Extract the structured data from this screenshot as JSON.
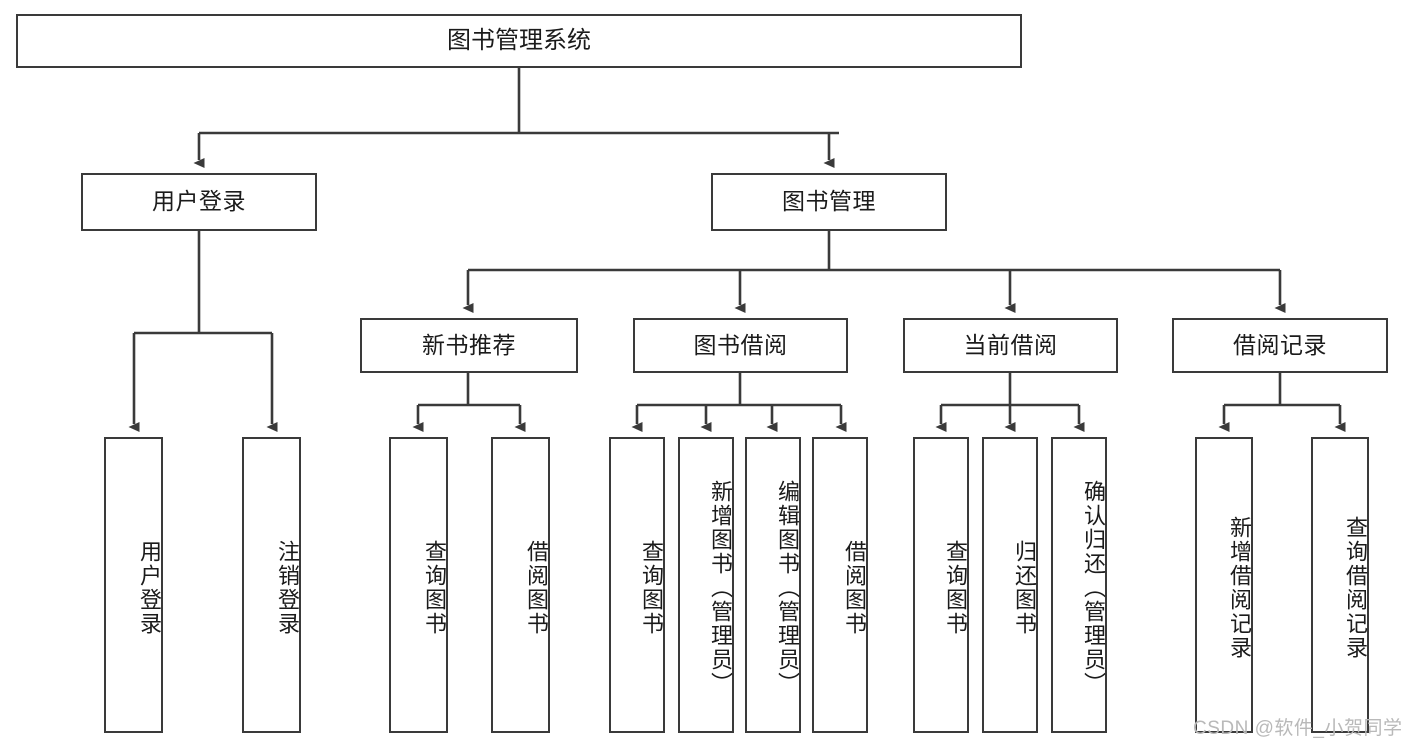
{
  "diagram": {
    "type": "tree",
    "root": {
      "label": "图书管理系统"
    },
    "level1": [
      {
        "label": "用户登录"
      },
      {
        "label": "图书管理"
      }
    ],
    "level2": [
      {
        "label": "新书推荐",
        "parent": "图书管理"
      },
      {
        "label": "图书借阅",
        "parent": "图书管理"
      },
      {
        "label": "当前借阅",
        "parent": "图书管理"
      },
      {
        "label": "借阅记录",
        "parent": "图书管理"
      }
    ],
    "leaves": {
      "user_login": [
        {
          "label": "用户登录"
        },
        {
          "label": "注销登录"
        }
      ],
      "new_book_rec": [
        {
          "label": "查询图书"
        },
        {
          "label": "借阅图书"
        }
      ],
      "book_borrow": [
        {
          "label": "查询图书"
        },
        {
          "label": "新增图书（管理员）"
        },
        {
          "label": "编辑图书（管理员）"
        },
        {
          "label": "借阅图书"
        }
      ],
      "current_borrow": [
        {
          "label": "查询图书"
        },
        {
          "label": "归还图书"
        },
        {
          "label": "确认归还（管理员）"
        }
      ],
      "borrow_record": [
        {
          "label": "新增借阅记录"
        },
        {
          "label": "查询借阅记录"
        }
      ]
    }
  },
  "watermark": {
    "text": "CSDN @软件_小贺同学"
  },
  "colors": {
    "stroke": "#3a3a3a",
    "text": "#1b1b1b",
    "background": "#ffffff",
    "watermark": "#b9b9b9"
  }
}
